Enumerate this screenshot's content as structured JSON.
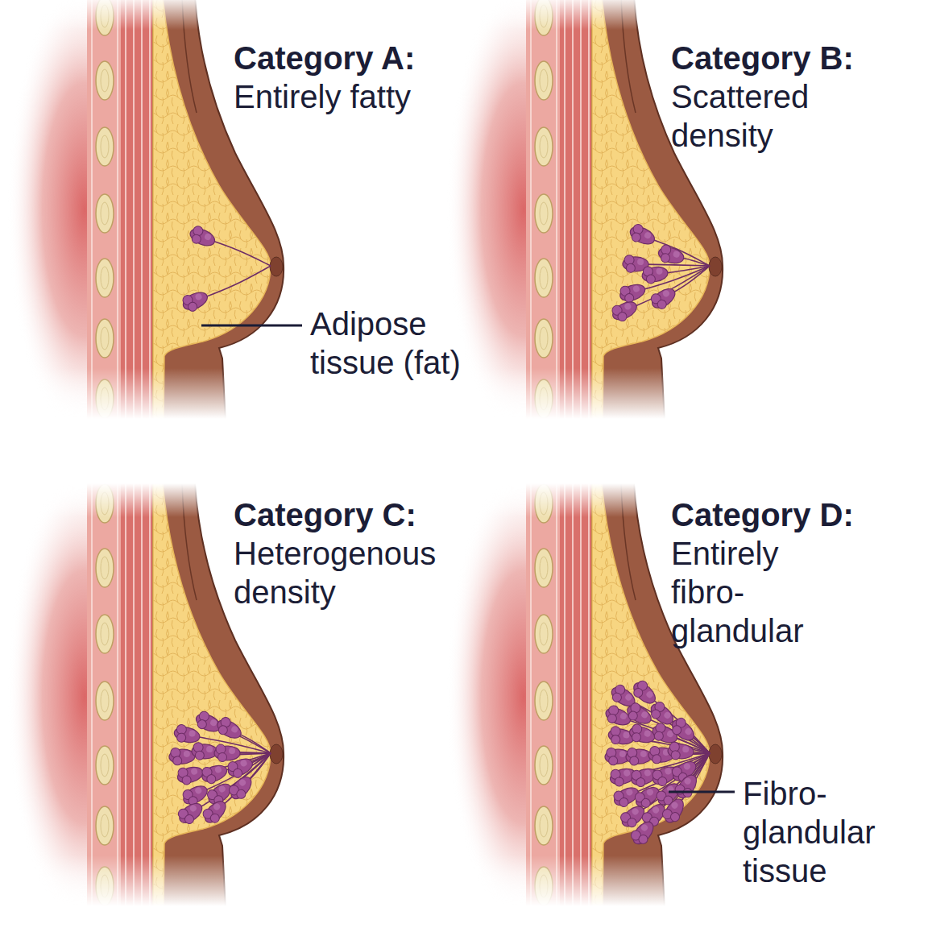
{
  "diagram": {
    "labels": [
      "Category A:",
      "Entirely fatty",
      "Category B:",
      "Scattered density",
      "Adipose tissue (fat)",
      "Category C:",
      "Heterogenous density",
      "Category D:",
      "Entirely fibro-glandular",
      "Fibro-glandular tissue"
    ]
  }
}
